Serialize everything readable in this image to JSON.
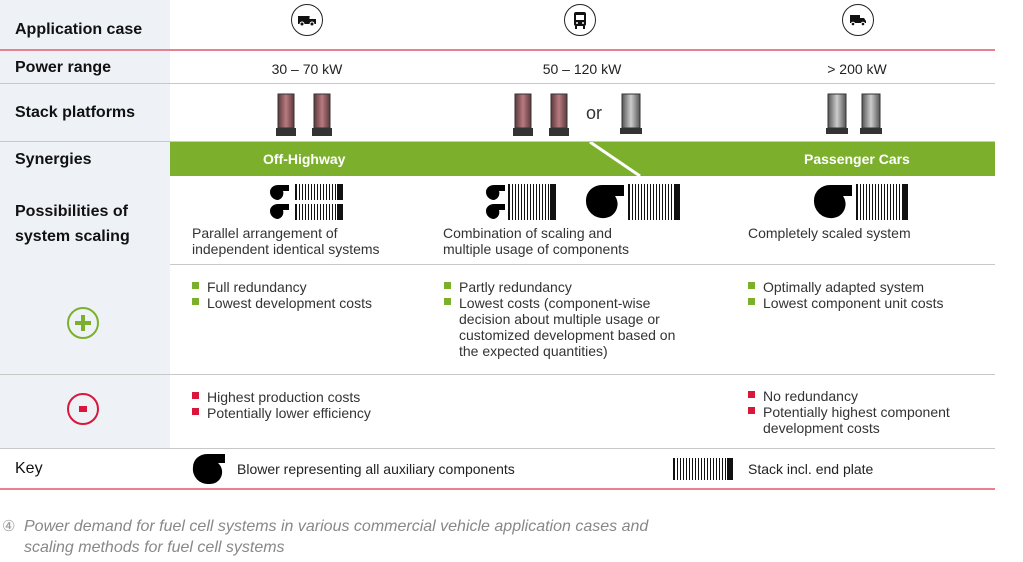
{
  "rows": {
    "application": "Application case",
    "power": "Power range",
    "stacks": "Stack platforms",
    "synergies": "Synergies",
    "scaling": "Possibilities of system scaling",
    "key": "Key"
  },
  "icons": {
    "col1": "van-icon",
    "col2": "bus-icon",
    "col3": "truck-icon"
  },
  "power": [
    "30 – 70 kW",
    "50 – 120 kW",
    "> 200 kW"
  ],
  "stacks_or": "or",
  "synergies": {
    "left": "Off-Highway",
    "right": "Passenger Cars"
  },
  "scaling": [
    "Parallel arrangement of independent identical systems",
    "Combination of scaling and multiple usage of components",
    "Completely scaled system"
  ],
  "pros": [
    [
      "Full redundancy",
      "Lowest development costs"
    ],
    [
      "Partly redundancy",
      "Lowest costs (component-wise decision about multiple usage or customized development based on the expected quantities)"
    ],
    [
      "Optimally adapted system",
      "Lowest component unit costs"
    ]
  ],
  "cons": [
    [
      "Highest production costs",
      "Potentially lower efficiency"
    ],
    [],
    [
      "No redundancy",
      "Potentially highest component development costs"
    ]
  ],
  "key": {
    "blower": "Blower representing all auxiliary components",
    "stack": "Stack incl. end plate"
  },
  "caption": {
    "number": "④",
    "text": "Power demand for fuel cell systems in various commercial vehicle application cases and scaling methods for fuel cell systems"
  },
  "colors": {
    "green": "#7cb02c",
    "red": "#d9163c",
    "pink": "#e8808f"
  }
}
